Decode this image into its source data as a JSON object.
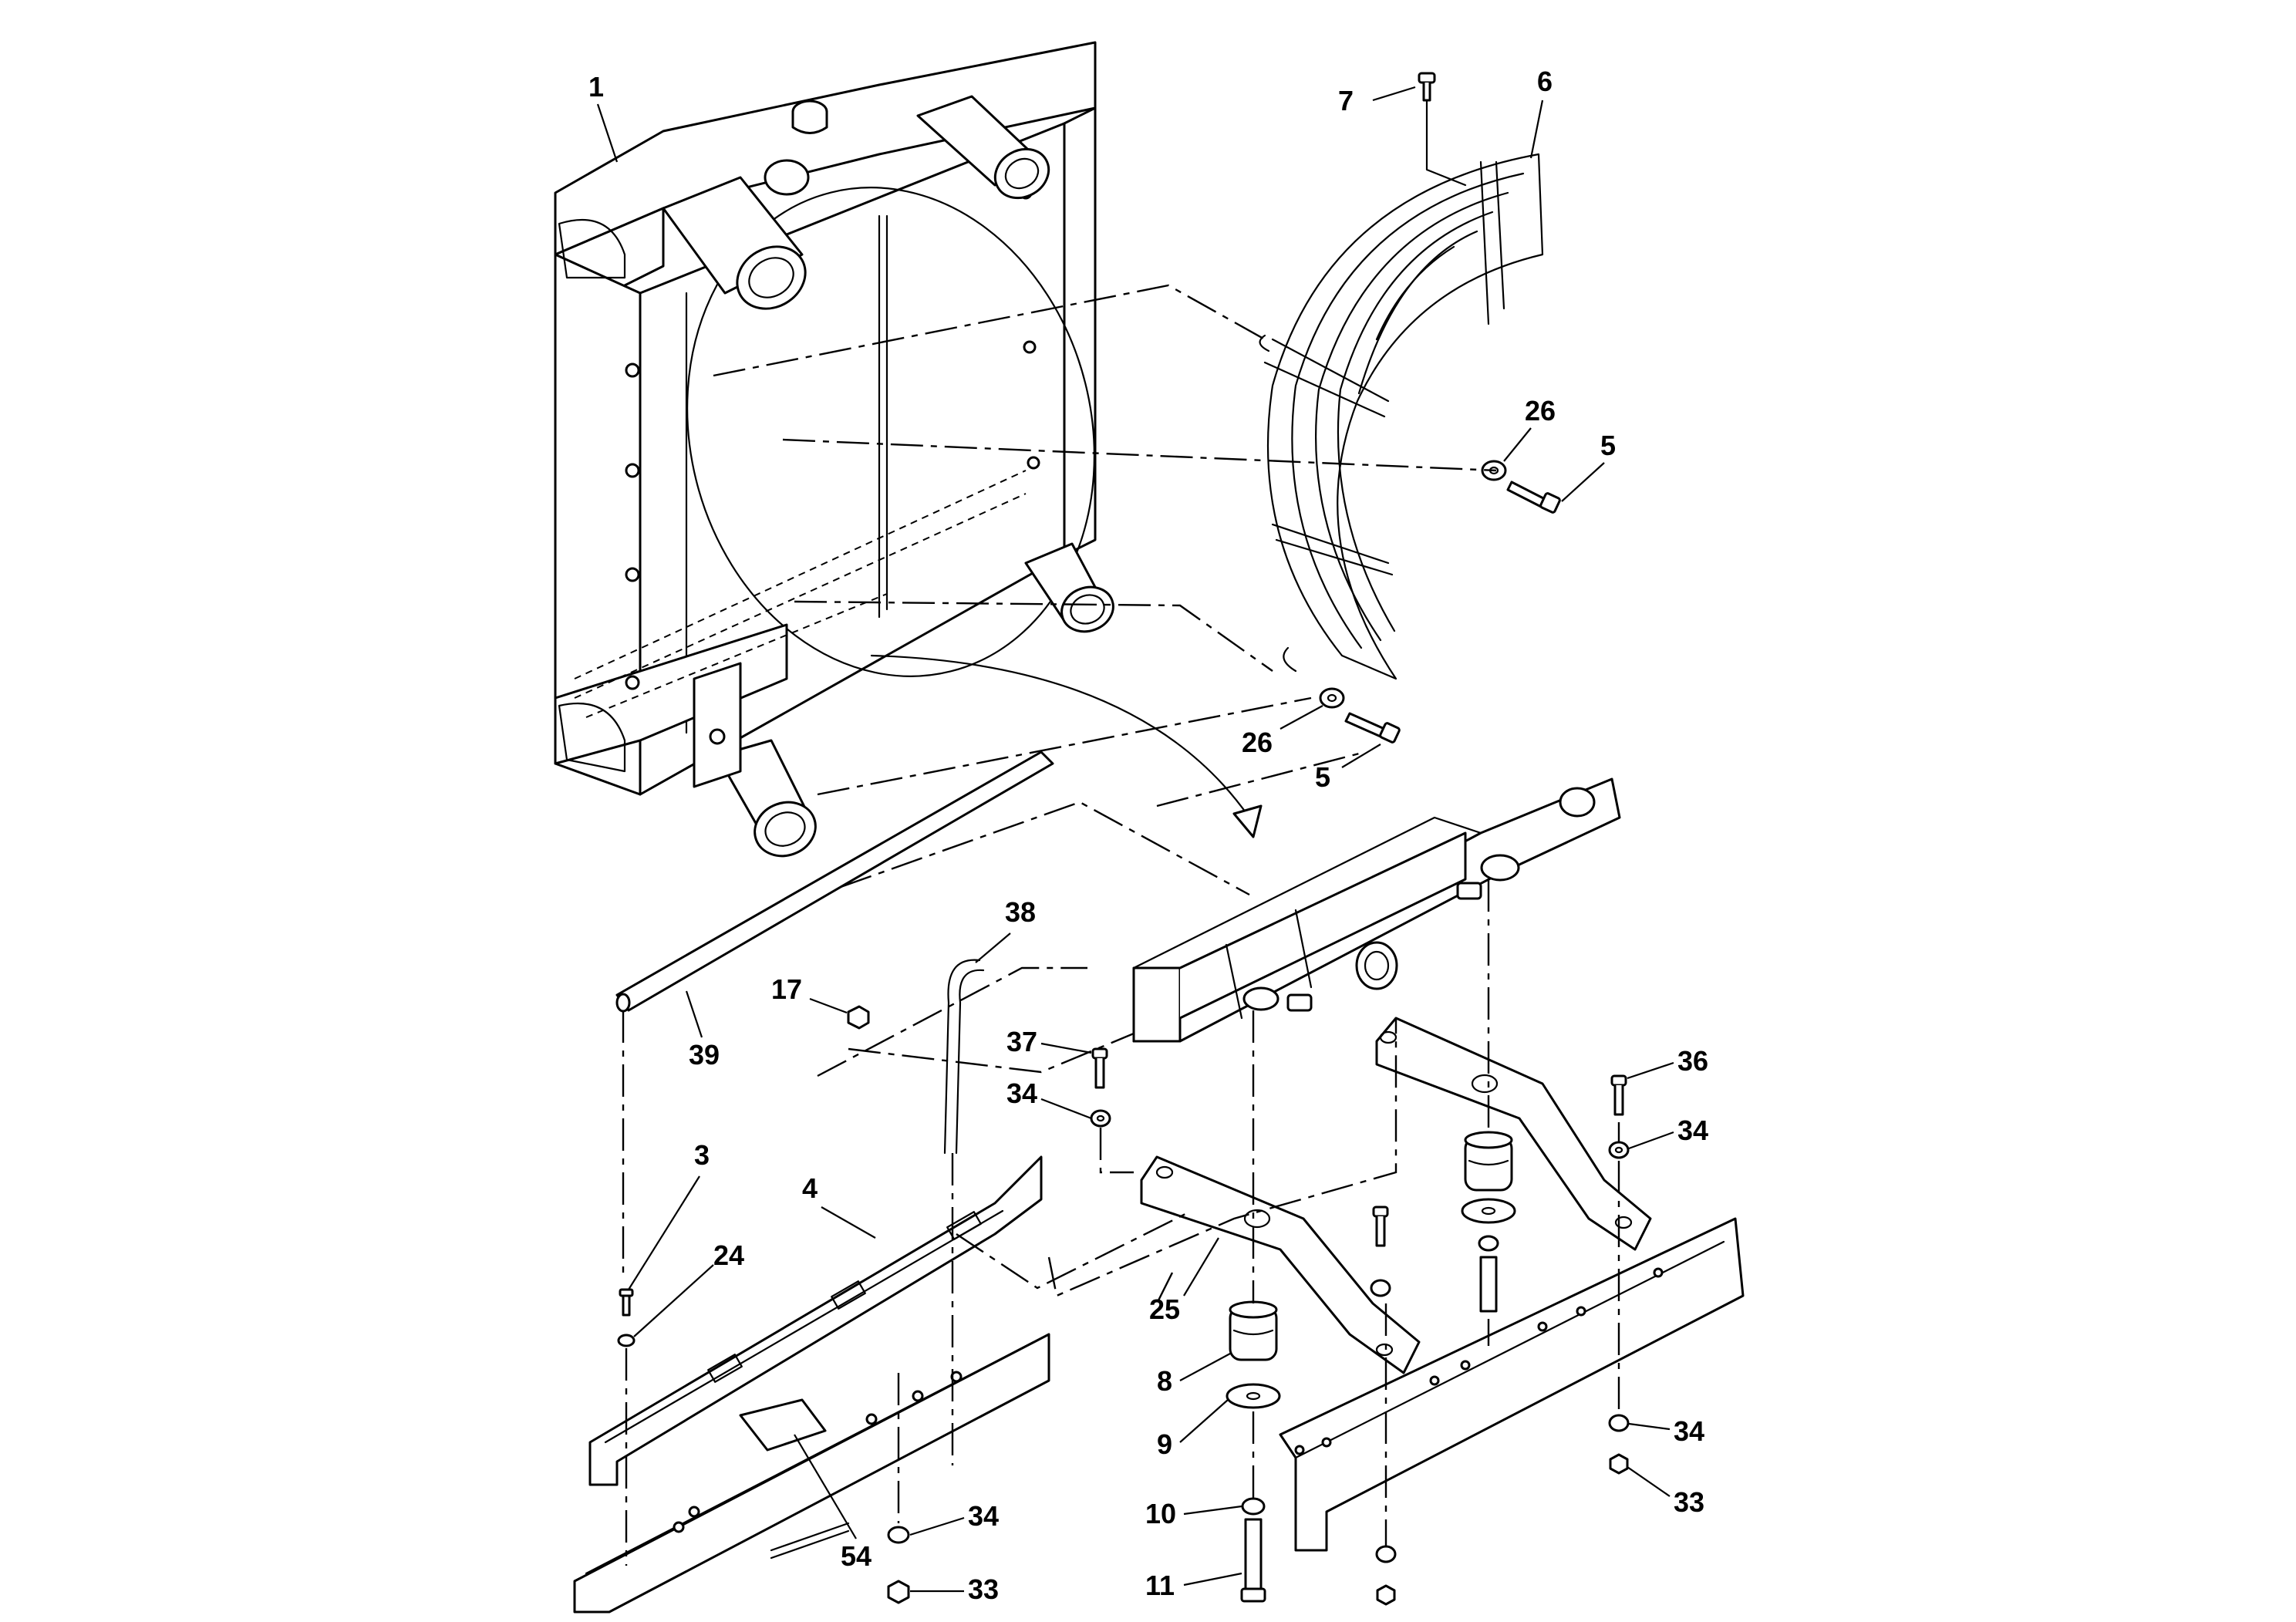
{
  "diagram": {
    "description_free": true,
    "callouts": [
      "1",
      "7",
      "6",
      "26",
      "5",
      "26",
      "5",
      "38",
      "17",
      "39",
      "37",
      "34",
      "36",
      "34",
      "3",
      "4",
      "24",
      "25",
      "8",
      "9",
      "10",
      "11",
      "34",
      "33",
      "34",
      "33",
      "54"
    ],
    "colors": {
      "line": "#000000",
      "fill": "#ffffff"
    }
  }
}
